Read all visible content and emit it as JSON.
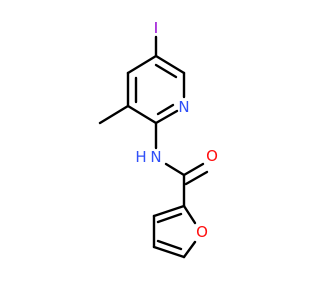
{
  "molecule": {
    "atoms": {
      "iodine": {
        "symbol": "I",
        "color": "#9400D3"
      },
      "pyridine_nitrogen": {
        "symbol": "N",
        "color": "#3050F8"
      },
      "amide_nh": {
        "symbol": "N",
        "suffix": "H",
        "color": "#3050F8"
      },
      "carbonyl_oxygen": {
        "symbol": "O",
        "color": "#FF0D0D"
      },
      "furan_oxygen": {
        "symbol": "O",
        "color": "#FF0D0D"
      }
    },
    "bond_color": "#000000",
    "background": "#ffffff"
  }
}
